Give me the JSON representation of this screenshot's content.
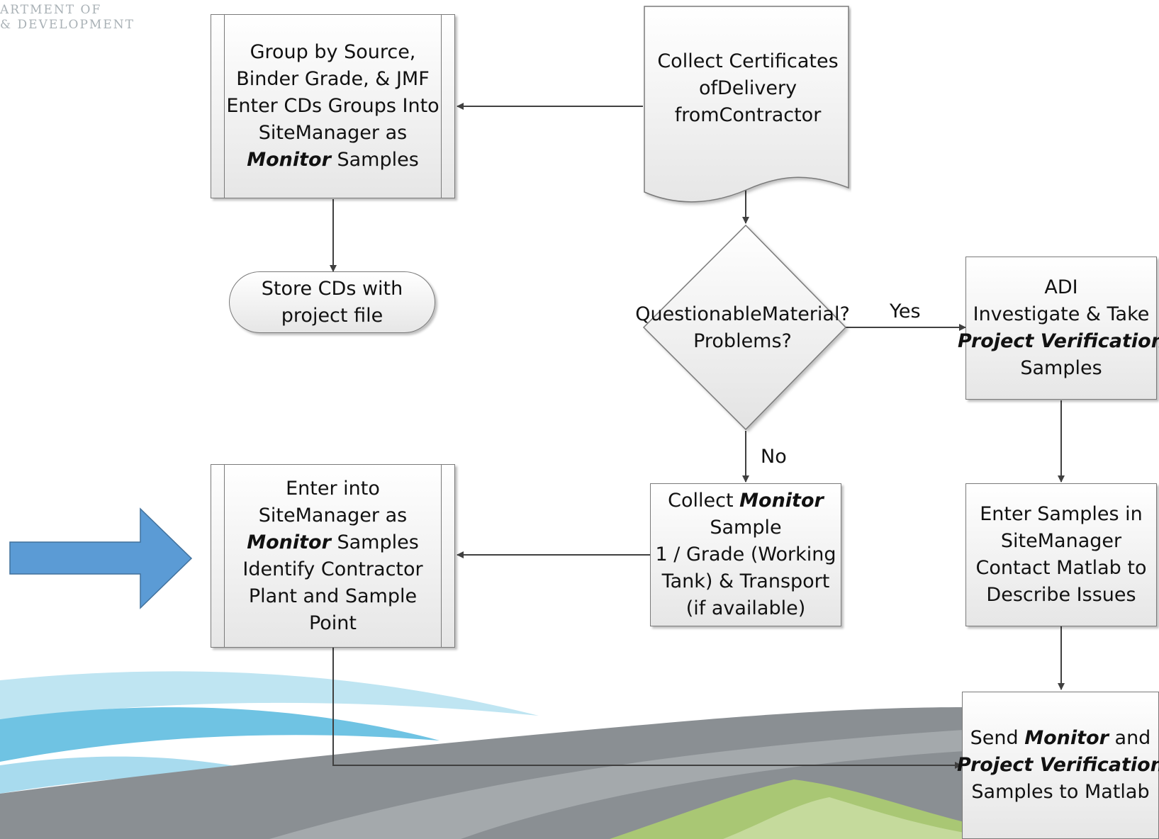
{
  "logo": {
    "line1": "ARTMENT OF",
    "line2": "& DEVELOPMENT"
  },
  "nodes": {
    "group_by_source": {
      "lines": [
        [
          {
            "t": "Group by Source,"
          }
        ],
        [
          {
            "t": "Binder Grade, & JMF"
          }
        ],
        [
          {
            "t": "Enter CDs Groups Into"
          }
        ],
        [
          {
            "t": "SiteManager as"
          }
        ],
        [
          {
            "t": "Monitor",
            "bi": true
          },
          {
            "t": " Samples"
          }
        ]
      ]
    },
    "collect_certificates": {
      "lines": [
        [
          {
            "t": "Collect Certificates of"
          }
        ],
        [
          {
            "t": "Delivery from"
          }
        ],
        [
          {
            "t": "Contractor"
          }
        ]
      ]
    },
    "store_cds": {
      "lines": [
        [
          {
            "t": "Store CDs with"
          }
        ],
        [
          {
            "t": "project file"
          }
        ]
      ]
    },
    "questionable_material": {
      "lines": [
        [
          {
            "t": "Questionable"
          }
        ],
        [
          {
            "t": "Material?"
          }
        ],
        [
          {
            "t": "Problems?"
          }
        ]
      ]
    },
    "adi_investigate": {
      "lines": [
        [
          {
            "t": "ADI"
          }
        ],
        [
          {
            "t": "Investigate & Take"
          }
        ],
        [
          {
            "t": "Project Verification",
            "bi": true
          }
        ],
        [
          {
            "t": "Samples"
          }
        ]
      ]
    },
    "enter_into_sitemanager": {
      "lines": [
        [
          {
            "t": "Enter into"
          }
        ],
        [
          {
            "t": "SiteManager as"
          }
        ],
        [
          {
            "t": "Monitor",
            "bi": true
          },
          {
            "t": " Samples"
          }
        ],
        [
          {
            "t": "Identify Contractor"
          }
        ],
        [
          {
            "t": "Plant and Sample"
          }
        ],
        [
          {
            "t": "Point"
          }
        ]
      ]
    },
    "collect_monitor_sample": {
      "lines": [
        [
          {
            "t": "Collect "
          },
          {
            "t": "Monitor",
            "bi": true
          }
        ],
        [
          {
            "t": "Sample"
          }
        ],
        [
          {
            "t": "1 / Grade (Working"
          }
        ],
        [
          {
            "t": "Tank) & Transport"
          }
        ],
        [
          {
            "t": "(if available)"
          }
        ]
      ]
    },
    "enter_samples": {
      "lines": [
        [
          {
            "t": "Enter Samples in"
          }
        ],
        [
          {
            "t": "SiteManager"
          }
        ],
        [
          {
            "t": "Contact Matlab to"
          }
        ],
        [
          {
            "t": "Describe Issues"
          }
        ]
      ]
    },
    "send_samples": {
      "lines": [
        [
          {
            "t": "Send "
          },
          {
            "t": "Monitor",
            "bi": true
          },
          {
            "t": " and"
          }
        ],
        [
          {
            "t": "Project Verification",
            "bi": true
          }
        ],
        [
          {
            "t": "Samples to Matlab"
          }
        ]
      ]
    }
  },
  "labels": {
    "yes": "Yes",
    "no": "No"
  },
  "colors": {
    "highlight_arrow": "#5b9bd5",
    "connector": "#404040",
    "road_gray": "#8a8f93",
    "swoosh_blue": "#6fc3e3",
    "grass_green": "#a9c774"
  }
}
